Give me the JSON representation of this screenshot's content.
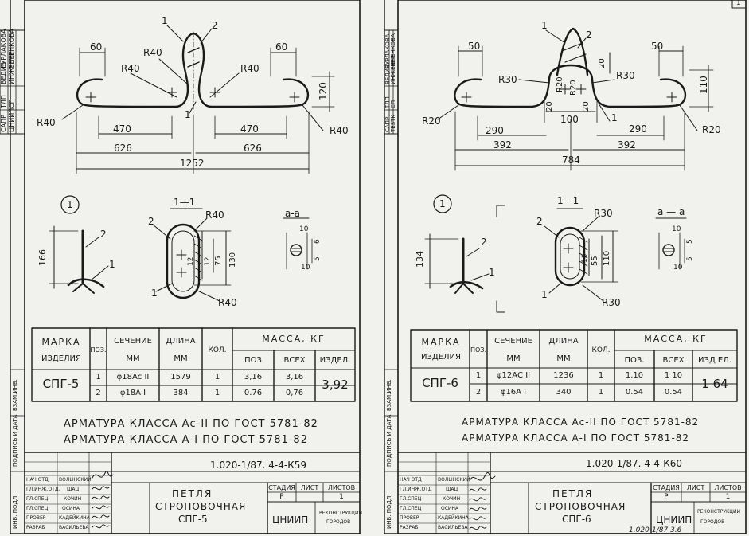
{
  "left_sheet": {
    "side_labels": [
      "САПР",
      "ЦНИИП",
      "ТЛП",
      "СП",
      "ВЕДИЗ",
      "БУРЛАКОВА",
      "ИНЖЕНЕР",
      "ЧЕЧЕНКОВА"
    ],
    "callouts": {
      "pos1": "1",
      "pos2": "2",
      "r_top": "R40",
      "r_left_inner": "R40",
      "r_right_inner": "R40",
      "r_left_outer": "R40",
      "r_right_outer": "R40"
    },
    "dims": {
      "hook_left": "60",
      "hook_right": "60",
      "height": "120",
      "half_left": "470",
      "half_right": "470",
      "span_left": "626",
      "span_right": "626",
      "total": "1252"
    },
    "detail": {
      "node_label": "1",
      "section_title": "1—1",
      "view_title": "а-а",
      "pos1": "1",
      "pos2": "2",
      "side_height": "166",
      "r_top": "R40",
      "r_bottom": "R40",
      "dim_a": "12",
      "dim_b": "12",
      "dim_c": "75",
      "dim_d": "130",
      "aa_dim1": "10",
      "aa_dim2": "6",
      "aa_dim3": "5",
      "aa_dim4": "10"
    },
    "spec": {
      "h_mark": "МАРКА",
      "h_mark2": "ИЗДЕЛИЯ",
      "h_pos": "ПОЗ.",
      "h_section": "СЕЧЕНИЕ",
      "h_section2": "ММ",
      "h_length": "ДЛИНА",
      "h_length2": "ММ",
      "h_qty": "КОЛ.",
      "h_mass": "МАССА, КГ",
      "h_m_pos": "ПОЗ",
      "h_m_all": "ВСЕХ",
      "h_m_item": "ИЗДЕЛ.",
      "mark": "СПГ-5",
      "rows": [
        {
          "pos": "1",
          "section": "φ18Ас II",
          "length": "1579",
          "qty": "1",
          "m_pos": "3,16",
          "m_all": "3,16"
        },
        {
          "pos": "2",
          "section": "φ18А I",
          "length": "384",
          "qty": "1",
          "m_pos": "0.76",
          "m_all": "0,76"
        }
      ],
      "item_mass": "3,92"
    },
    "notes": [
      "АРМАТУРА КЛАССА Ас-II ПО ГОСТ 5781-82",
      "АРМАТУРА КЛАССА А-I ПО ГОСТ 5781-82"
    ],
    "title_block": {
      "doc_code": "1.020-1/87. 4-4-К59",
      "name": [
        "ПЕТЛЯ",
        "СТРОПОВОЧНАЯ",
        "СПГ-5"
      ],
      "stage_h": "СТАДИЯ",
      "sheet_h": "ЛИСТ",
      "sheets_h": "ЛИСТОВ",
      "stage": "Р",
      "sheet": "",
      "sheets": "1",
      "org": "ЦНИИП",
      "org2": "РЕКОНСТРУКЦИИ",
      "org3": "ГОРОДОВ",
      "staff": [
        {
          "role": "НАЧ ОТД",
          "name": "ВОЛЫНСКИЙ"
        },
        {
          "role": "ГЛ.ИНЖ.ОТД.",
          "name": "ШАЦ"
        },
        {
          "role": "ГЛ.СПЕЦ",
          "name": "КОЧИН"
        },
        {
          "role": "ГЛ.СПЕЦ",
          "name": "ОСИНА"
        },
        {
          "role": "ПРОВЕР",
          "name": "КАДЕЙКИНА"
        },
        {
          "role": "РАЗРАБ",
          "name": "ВАСИЛЬЕВА"
        }
      ],
      "margin": [
        "ВЗАМ.ИНВ.",
        "ПОДПИСЬ И ДАТА",
        "ИНВ. ПОДЛ."
      ]
    }
  },
  "right_sheet": {
    "side_labels": [
      "САПР",
      "TESTK",
      "ТЛП",
      "СП",
      "ВЕДИЗ",
      "БУРЛАКОВА",
      "ИНЖЕНЕР",
      "ЧЕЧЕНКОВА"
    ],
    "callouts": {
      "pos1": "1",
      "pos2": "2",
      "r_left_inner": "R30",
      "r_right_inner": "R30",
      "r_left_outer": "R20",
      "r_right_outer": "R20",
      "r_mid_left": "R20",
      "r_mid_right": "R20"
    },
    "dims": {
      "hook_left": "50",
      "hook_right": "50",
      "height": "110",
      "top": "20",
      "gap_left": "20",
      "gap_right": "20",
      "bottom": "100",
      "half_left": "290",
      "half_right": "290",
      "span_left": "392",
      "span_right": "392",
      "total": "784"
    },
    "detail": {
      "node_label": "1",
      "section_title": "1—1",
      "view_title": "а — а",
      "pos1": "1",
      "pos2": "2",
      "side_height": "134",
      "r_top": "R30",
      "r_bottom": "R30",
      "dim_a": "10",
      "dim_b": "55",
      "dim_c": "110",
      "aa_dim1": "10",
      "aa_dim2": "5",
      "aa_dim3": "5",
      "aa_dim4": "10"
    },
    "spec": {
      "h_mark": "МАРКА",
      "h_mark2": "ИЗДЕЛИЯ",
      "h_pos": "ПОЗ.",
      "h_section": "СЕЧЕНИЕ",
      "h_section2": "ММ",
      "h_length": "ДЛИНА",
      "h_length2": "ММ",
      "h_qty": "КОЛ.",
      "h_mass": "МАССА, КГ",
      "h_m_pos": "ПОЗ.",
      "h_m_all": "ВСЕХ",
      "h_m_item": "ИЗД ЕЛ.",
      "mark": "СПГ-6",
      "rows": [
        {
          "pos": "1",
          "section": "φ12АС II",
          "length": "1236",
          "qty": "1",
          "m_pos": "1.10",
          "m_all": "1 10"
        },
        {
          "pos": "2",
          "section": "φ16А I",
          "length": "340",
          "qty": "1",
          "m_pos": "0.54",
          "m_all": "0.54"
        }
      ],
      "item_mass": "1 64"
    },
    "notes": [
      "АРМАТУРА КЛАССА Ас-II ПО ГОСТ 5781-82",
      "АРМАТУРА КЛАССА А-I ПО ГОСТ 5781-82"
    ],
    "title_block": {
      "doc_code": "1.020-1/87. 4-4-К60",
      "name": [
        "ПЕТЛЯ",
        "СТРОПОВОЧНАЯ",
        "СПГ-6"
      ],
      "stage_h": "СТАДИЯ",
      "sheet_h": "ЛИСТ",
      "sheets_h": "ЛИСТОВ",
      "stage": "Р",
      "sheet": "",
      "sheets": "1",
      "org": "ЦНИИП",
      "org2": "РЕКОНСТРУКЦИИ",
      "org3": "ГОРОДОВ",
      "staff": [
        {
          "role": "НАЧ ОТД",
          "name": "ВОЛЫНСКИЙ"
        },
        {
          "role": "ГЛ.ИНЖ.ОТД",
          "name": "ШАЦ"
        },
        {
          "role": "ГЛ.СПЕЦ",
          "name": "КОЧИН"
        },
        {
          "role": "ГЛ.СПЕЦ",
          "name": "ОСИНА"
        },
        {
          "role": "ПРОВЕР",
          "name": "КАДЕЙКИНА"
        },
        {
          "role": "РАЗРАБ",
          "name": "ВАСИЛЬЕВА"
        }
      ],
      "margin": [
        "ВЗАМ.ИНВ.",
        "ПОДПИСЬ И ДАТА",
        "ИНВ. ПОДЛ."
      ]
    },
    "page_number": "1",
    "footer_note": "1.020-1/87  3.6"
  }
}
